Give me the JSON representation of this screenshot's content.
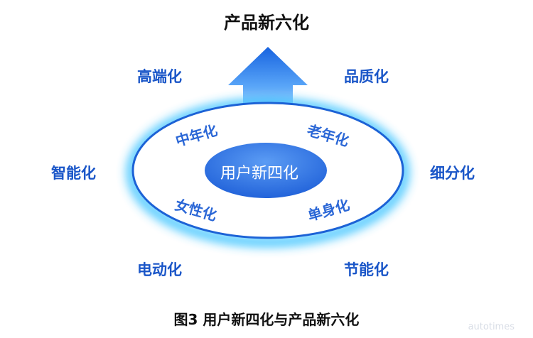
{
  "top_title": "产品新六化",
  "outer_labels": {
    "top_left": "高端化",
    "top_right": "品质化",
    "mid_left": "智能化",
    "mid_right": "细分化",
    "bottom_left": "电动化",
    "bottom_right": "节能化"
  },
  "inner_labels": {
    "top_left": "中年化",
    "top_right": "老年化",
    "bottom_left": "女性化",
    "bottom_right": "单身化"
  },
  "core_label": "用户新四化",
  "caption": "图3 用户新四化与产品新六化",
  "watermark": "autotimes",
  "colors": {
    "accent_blue": "#1a56c8",
    "arrow_light": "#b7dbff",
    "arrow_dark": "#1d6ee8",
    "core_light": "#4a8ff0",
    "core_dark": "#1e5fd8",
    "glow": "#39c3ff"
  }
}
